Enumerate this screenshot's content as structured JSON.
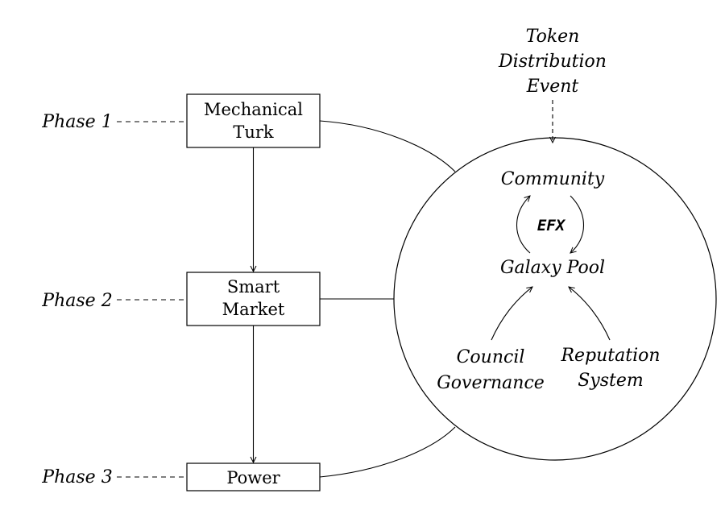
{
  "phases": [
    {
      "label": "Phase 1",
      "box_lines": [
        "Mechanical",
        "Turk"
      ]
    },
    {
      "label": "Phase 2",
      "box_lines": [
        "Smart",
        "Market"
      ]
    },
    {
      "label": "Phase 3",
      "box_lines": [
        "Power"
      ]
    }
  ],
  "event_lines": [
    "Token",
    "Distribution",
    "Event"
  ],
  "circle": {
    "community": "Community",
    "efx": "EFX",
    "galaxy_pool": "Galaxy Pool",
    "council_lines": [
      "Council",
      "Governance"
    ],
    "reputation_lines": [
      "Reputation",
      "System"
    ]
  }
}
